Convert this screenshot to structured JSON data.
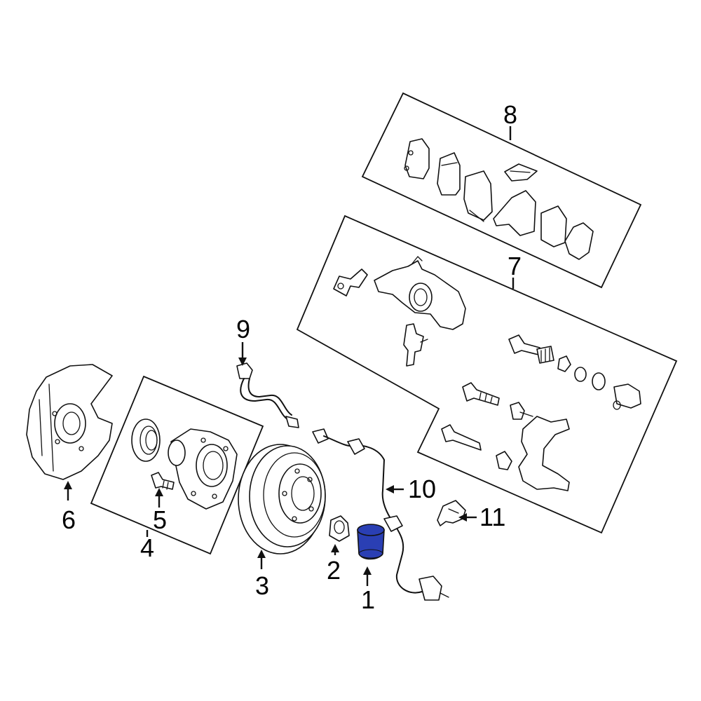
{
  "diagram": {
    "highlight_color": "#2a3fb4",
    "callouts": {
      "c1": "1",
      "c2": "2",
      "c3": "3",
      "c4": "4",
      "c5": "5",
      "c6": "6",
      "c7": "7",
      "c8": "8",
      "c9": "9",
      "c10": "10",
      "c11": "11"
    },
    "highlighted_part": "1"
  }
}
